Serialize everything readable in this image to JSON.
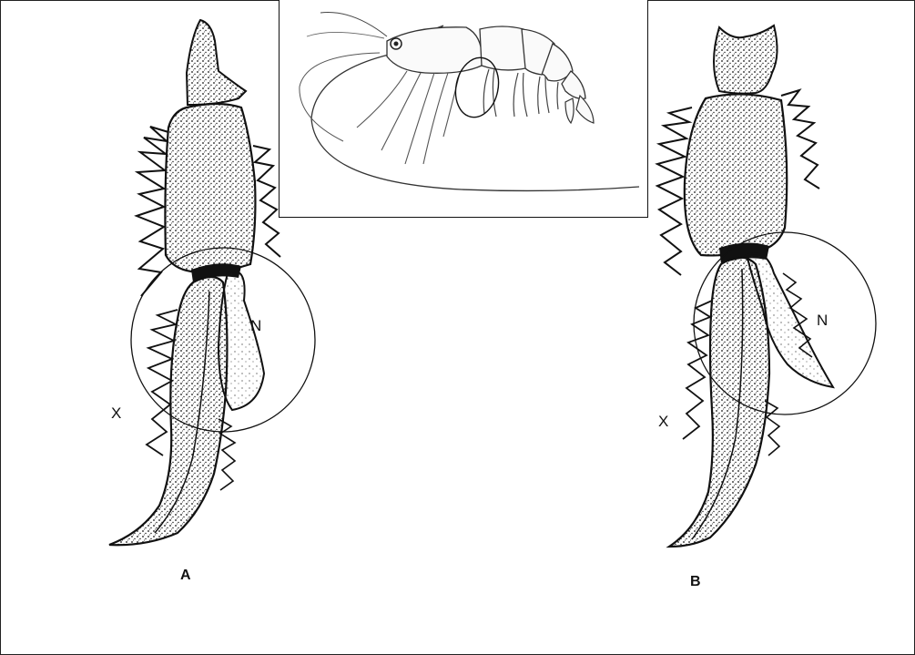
{
  "colors": {
    "ink": "#111111",
    "stipple": "#1a1a1a",
    "background": "#ffffff"
  },
  "figure_a": {
    "label": "A",
    "callout_n": "N",
    "callout_x": "X"
  },
  "figure_b": {
    "label": "B",
    "callout_n": "N",
    "callout_x": "X"
  }
}
